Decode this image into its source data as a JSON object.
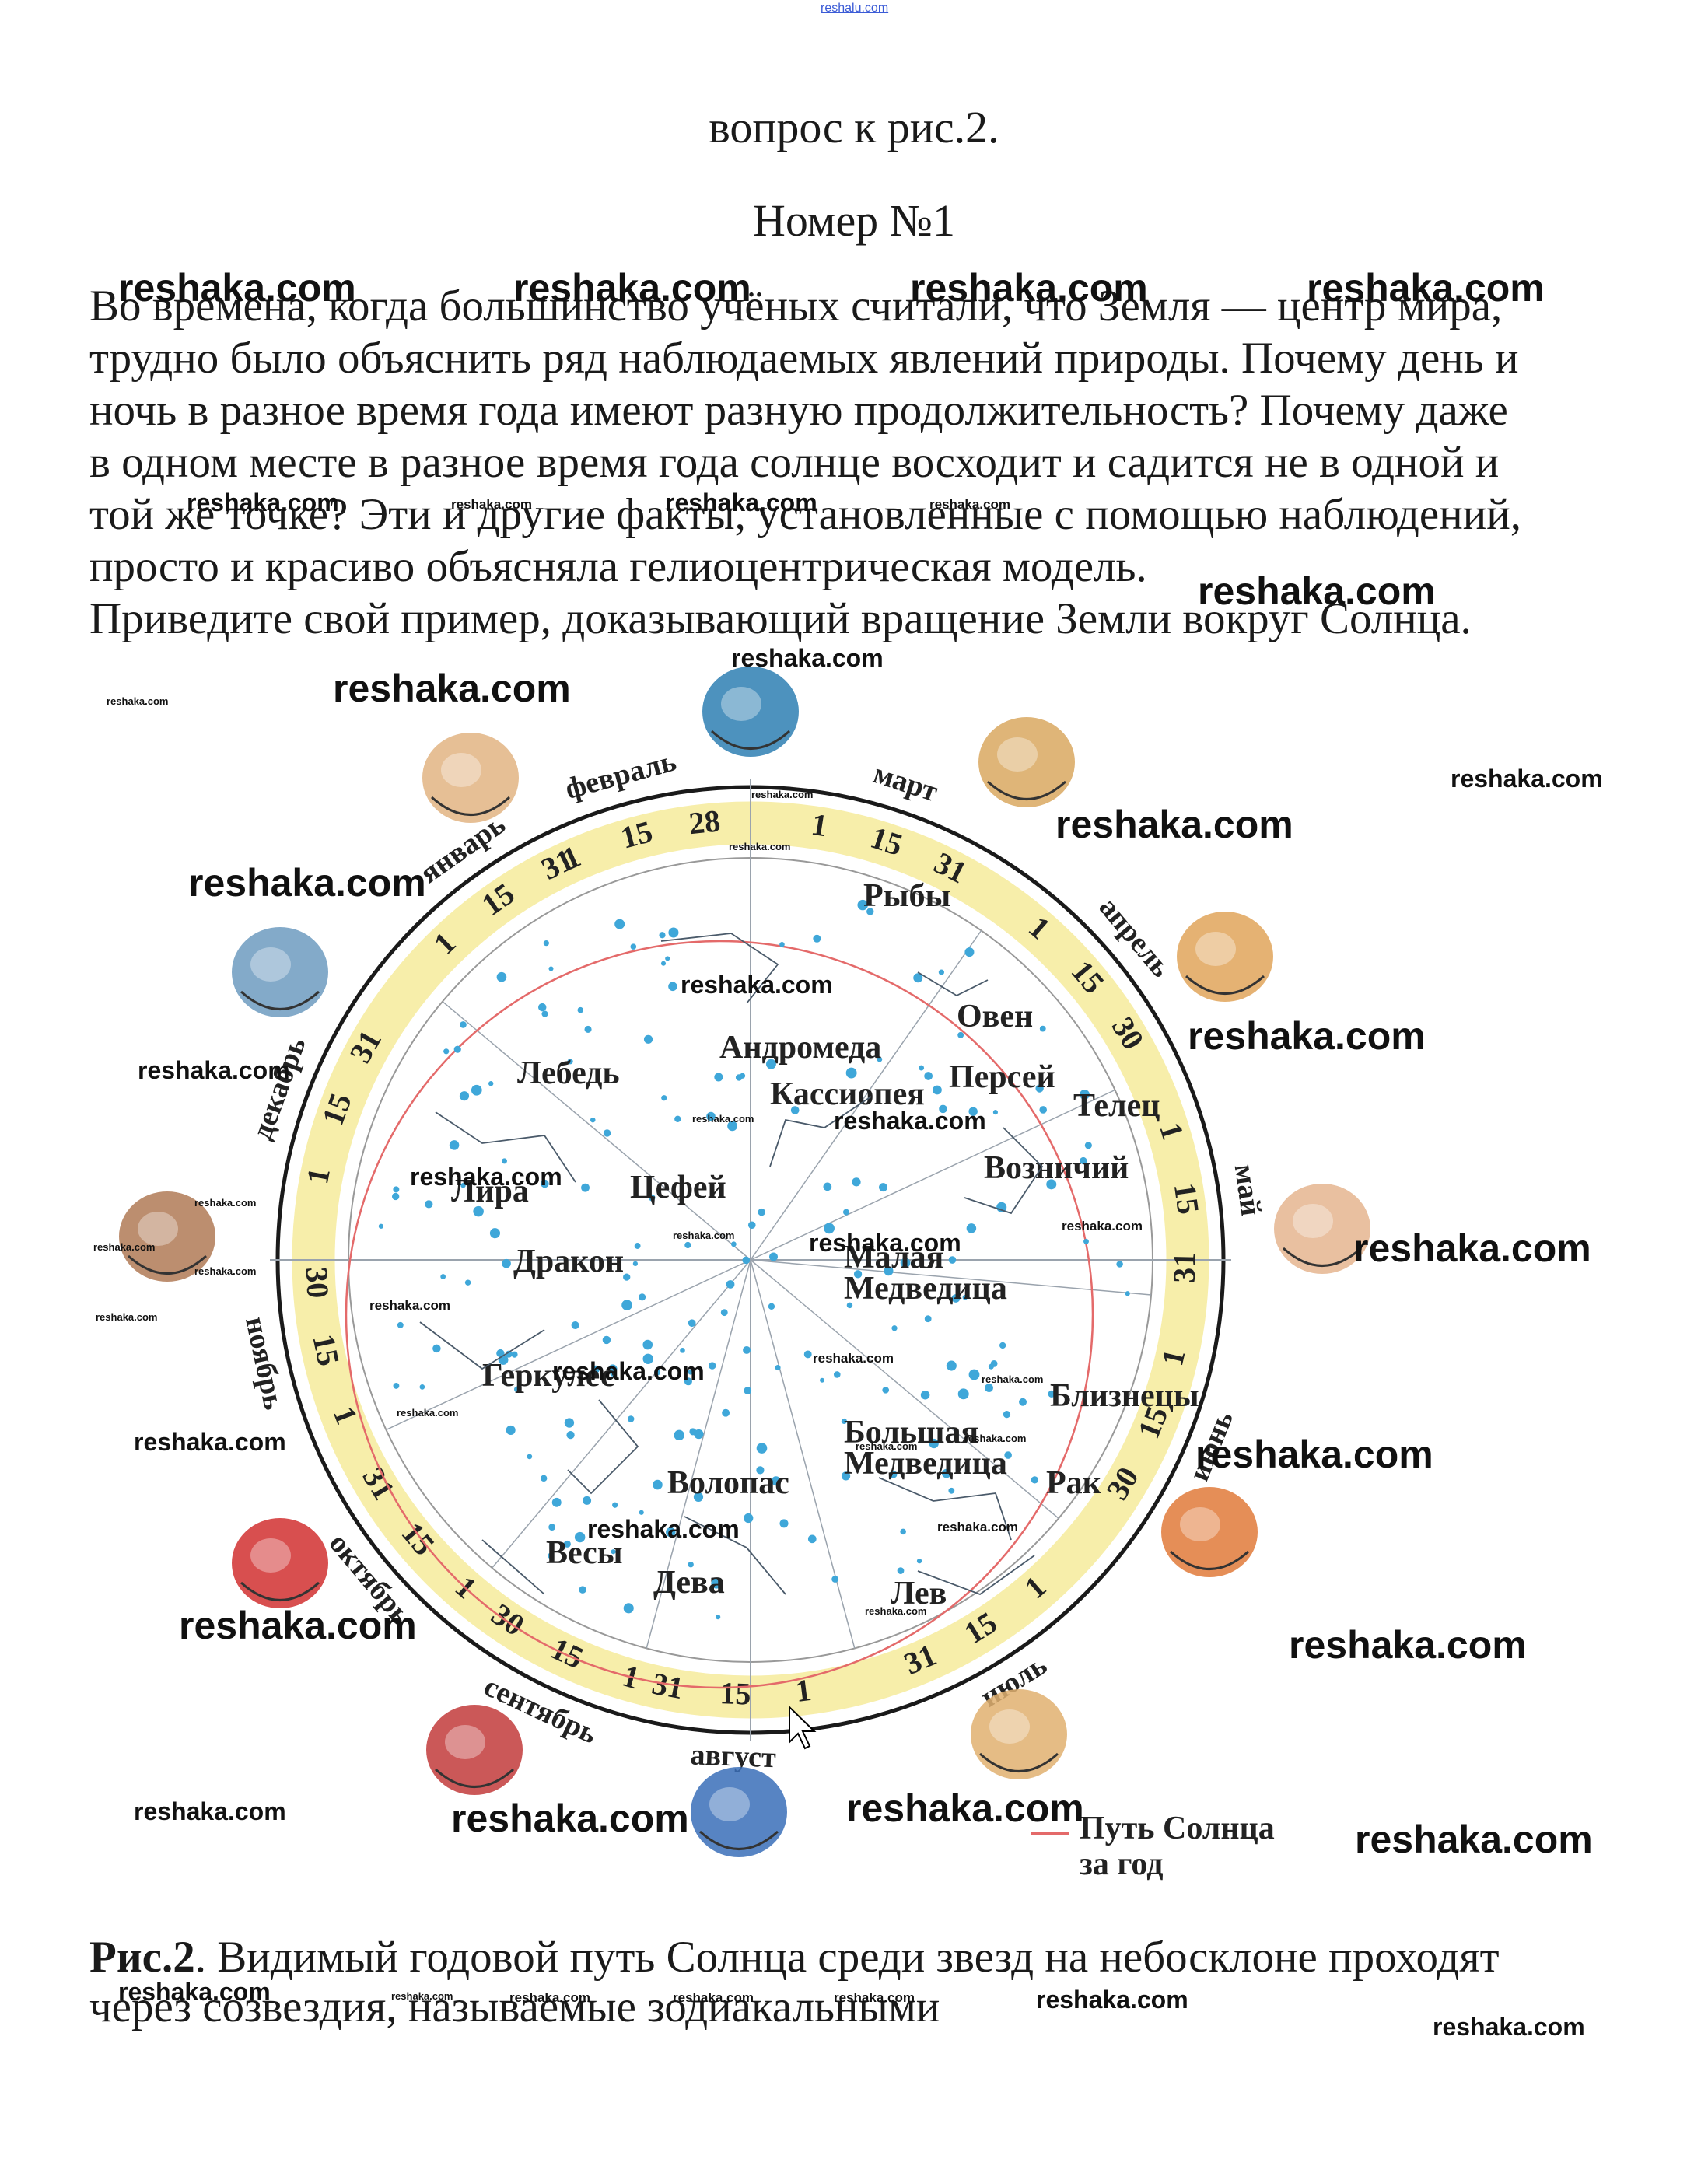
{
  "site_url": "reshalu.com",
  "heading": "вопрос к рис.2.",
  "number": "Номер №1",
  "question": "Во времена, когда большинство учёных считали, что Земля — центр мира,\nтрудно было объяснить ряд наблюдаемых явлений природы. Почему день и\nночь в разное время года имеют разную продолжительность? Почему даже\nв одном месте в разное время года солнце восходит и садится не в одной и\nтой же точке? Эти и другие факты, установленные с помощью наблюдений,\nпросто и красиво объясняла гелиоцентрическая модель.\nПриведите свой пример, доказывающий вращение Земли вокруг Солнца.",
  "figure": {
    "months": [
      "январь",
      "февраль",
      "март",
      "апрель",
      "май",
      "июнь",
      "июль",
      "август",
      "сентябрь",
      "октябрь",
      "ноябрь",
      "декабрь"
    ],
    "month_days": [
      [
        "1",
        "15",
        "31"
      ],
      [
        "1",
        "15",
        "28"
      ],
      [
        "1",
        "15",
        "31"
      ],
      [
        "1",
        "15",
        "30"
      ],
      [
        "1",
        "15",
        "31"
      ],
      [
        "1",
        "15",
        "30"
      ],
      [
        "1",
        "15",
        "31"
      ],
      [
        "1",
        "15",
        "31"
      ],
      [
        "1",
        "15",
        "30"
      ],
      [
        "1",
        "15",
        "31"
      ],
      [
        "1",
        "15",
        "30"
      ],
      [
        "1",
        "15",
        "31"
      ]
    ],
    "constellations": [
      "Рыбы",
      "Андромеда",
      "Овен",
      "Персей",
      "Кассиопея",
      "Лебедь",
      "Телец",
      "Возничий",
      "Цефей",
      "Лира",
      "Дракон",
      "Малая Медведица",
      "Геркулес",
      "Близнецы",
      "Большая Медведица",
      "Волопас",
      "Рак",
      "Весы",
      "Дева",
      "Лев"
    ],
    "legend": "Путь Солнца\nза год",
    "zodiac_signs": [
      "pisces-icon",
      "aries-icon",
      "taurus-icon",
      "gemini-icon",
      "cancer-icon",
      "leo-icon",
      "virgo-icon",
      "libra-icon",
      "scorpio-icon",
      "sagittarius-icon",
      "capricorn-icon",
      "aquarius-icon"
    ],
    "colors": {
      "ring": "#f7eeaa",
      "stars": "#3fa7d9",
      "sun_path": "#e46a6a",
      "lines": "#4a5a6a"
    }
  },
  "caption_label": "Рис.2",
  "caption_text": ". Видимый годовой путь Солнца среди звезд на небосклоне проходят\nчерез созвездия, называемые зодиакальными",
  "watermark": "reshaka.com"
}
